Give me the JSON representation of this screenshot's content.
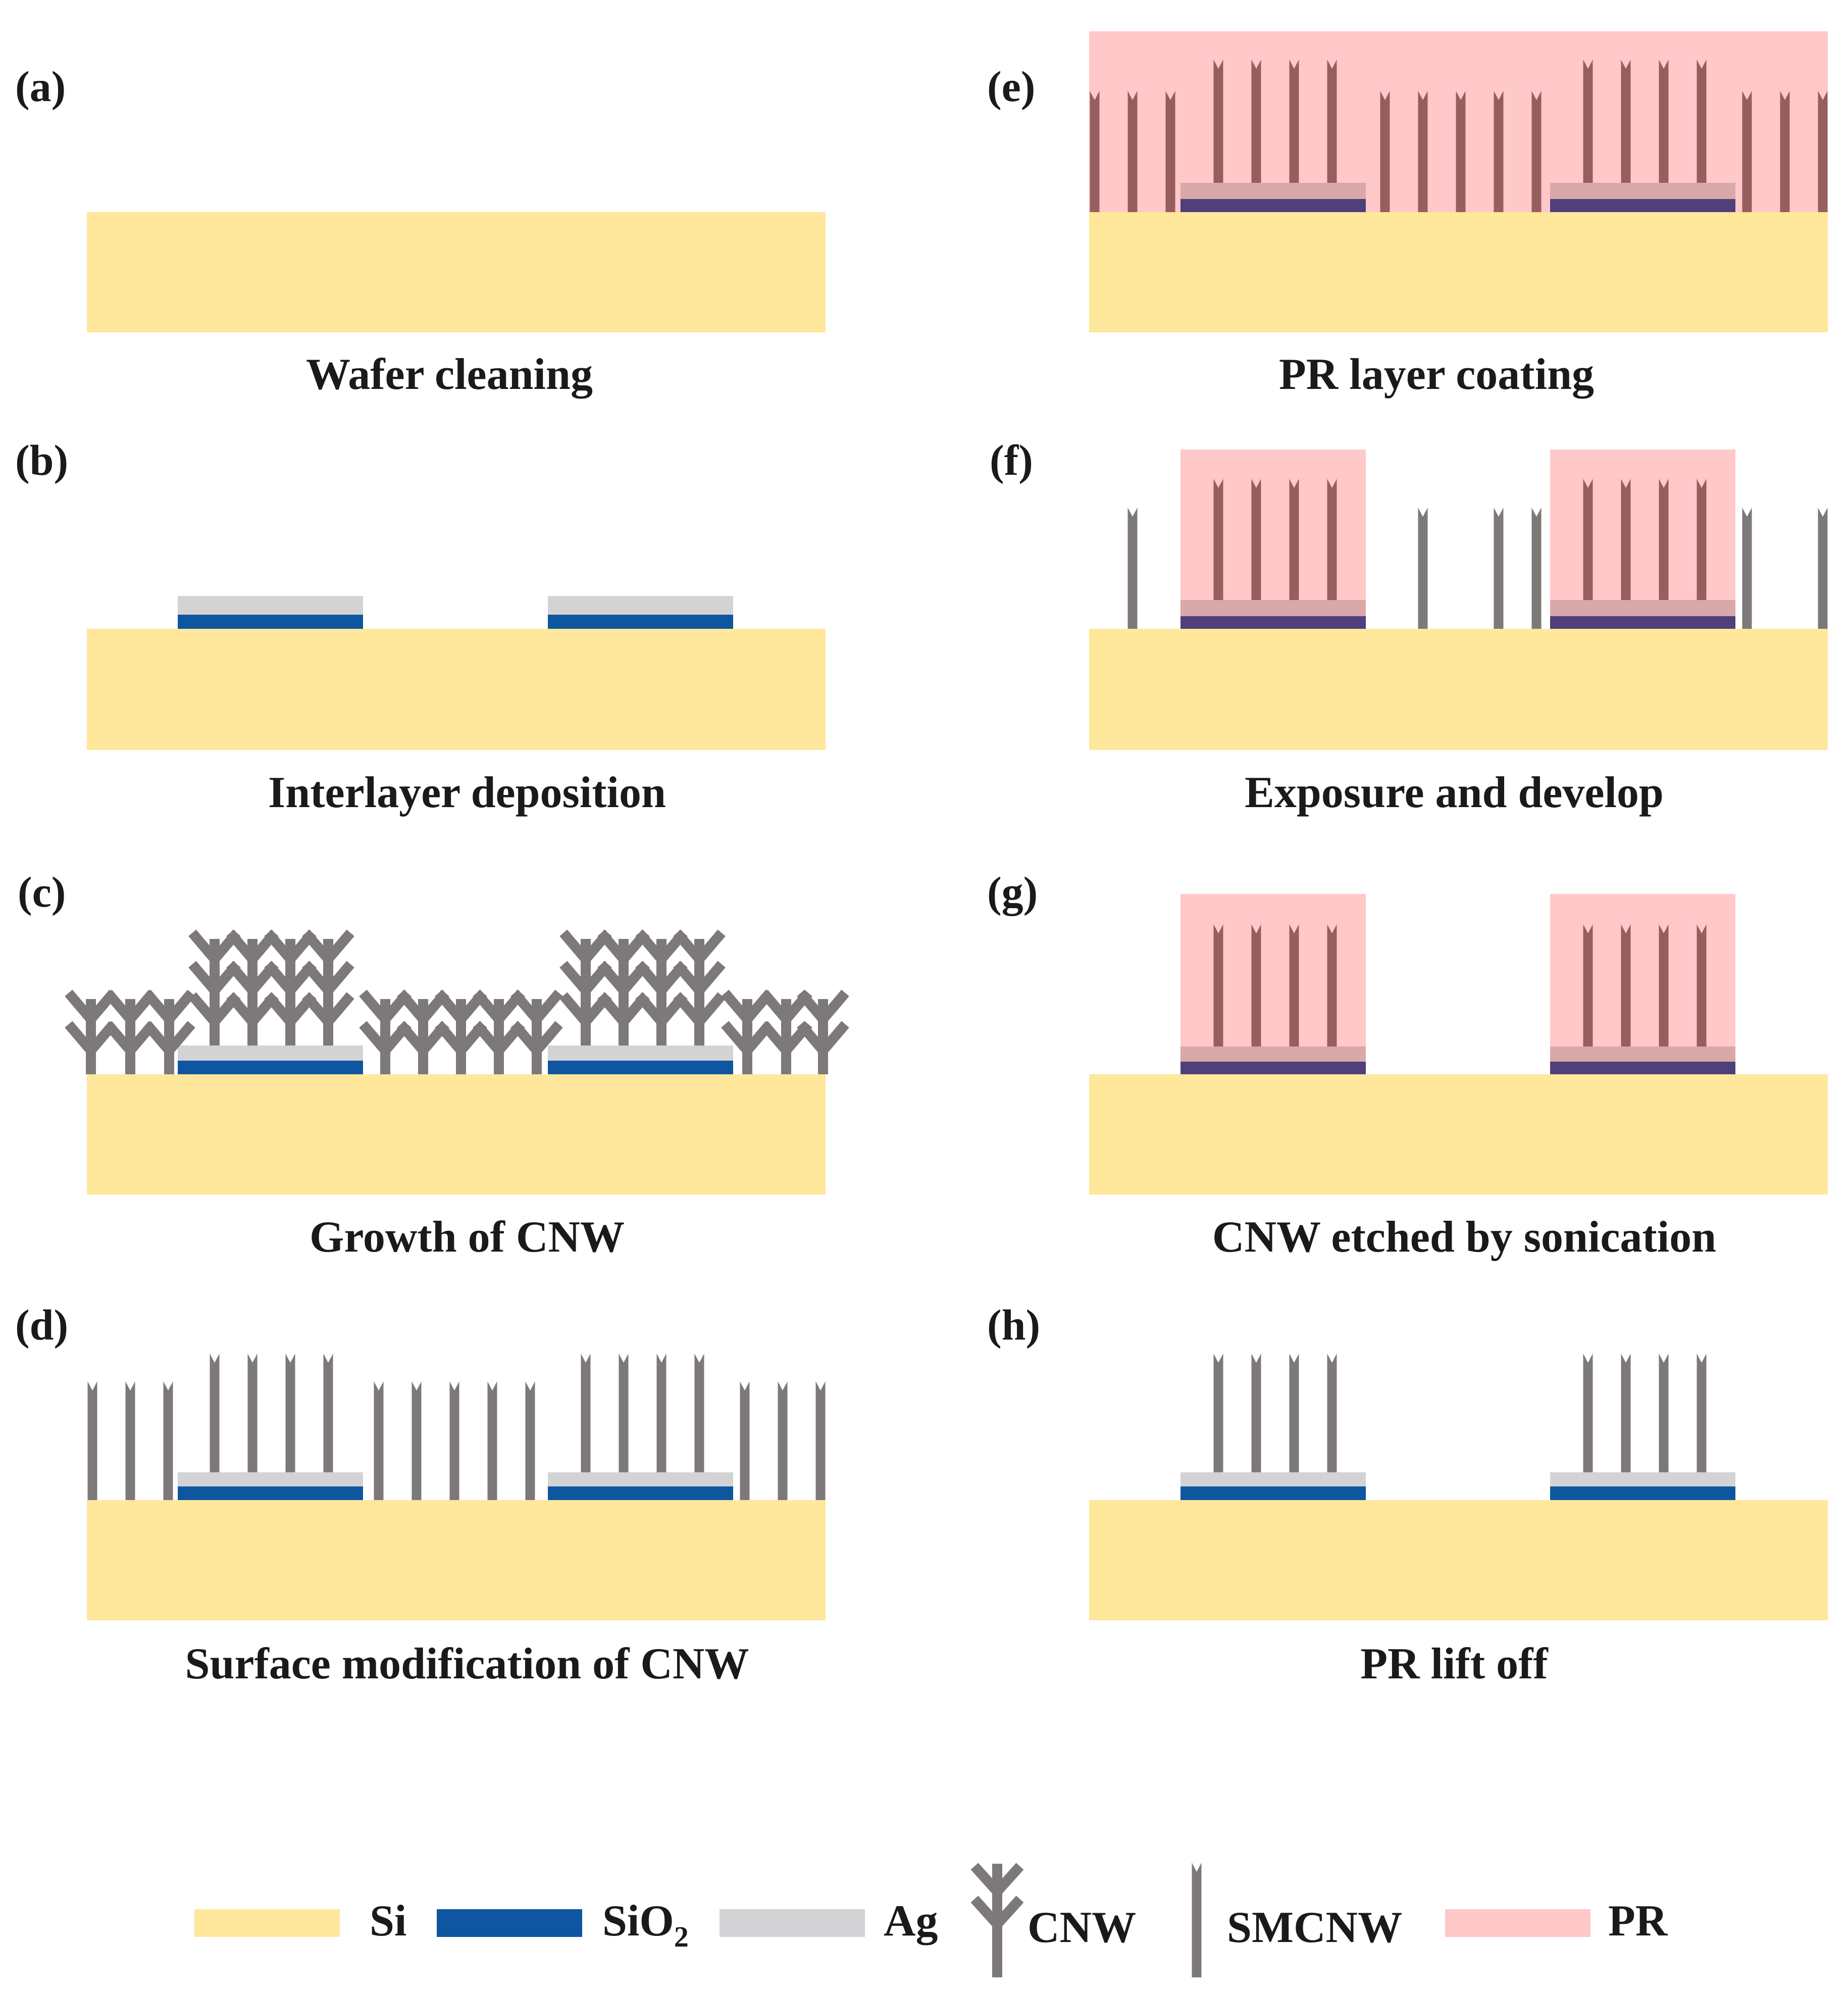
{
  "colors": {
    "si": "#FFE79B",
    "sio2": "#0E57A0",
    "ag": "#D3D3D5",
    "cnw": "#7D7978",
    "pr": "#FFC8C9",
    "wire_under_pr": "#985E5E",
    "ag_under_pr": "#D9A8A9",
    "sio2_under_pr": "#4F3F7A"
  },
  "panels": [
    {
      "id": "a",
      "label": "(a)",
      "caption": "Wafer cleaning"
    },
    {
      "id": "b",
      "label": "(b)",
      "caption": "Interlayer deposition"
    },
    {
      "id": "c",
      "label": "(c)",
      "caption": "Growth of CNW"
    },
    {
      "id": "d",
      "label": "(d)",
      "caption": "Surface modification of CNW"
    },
    {
      "id": "e",
      "label": "(e)",
      "caption": "PR layer coating"
    },
    {
      "id": "f",
      "label": "(f)",
      "caption": "Exposure and develop"
    },
    {
      "id": "g",
      "label": "(g)",
      "caption": "CNW etched by sonication"
    },
    {
      "id": "h",
      "label": "(h)",
      "caption": "PR lift off"
    }
  ],
  "legend": {
    "si": "Si",
    "sio2_main": "SiO",
    "sio2_sub": "2",
    "ag": "Ag",
    "cnw": "CNW",
    "smcnw": "SMCNW",
    "pr": "PR"
  }
}
